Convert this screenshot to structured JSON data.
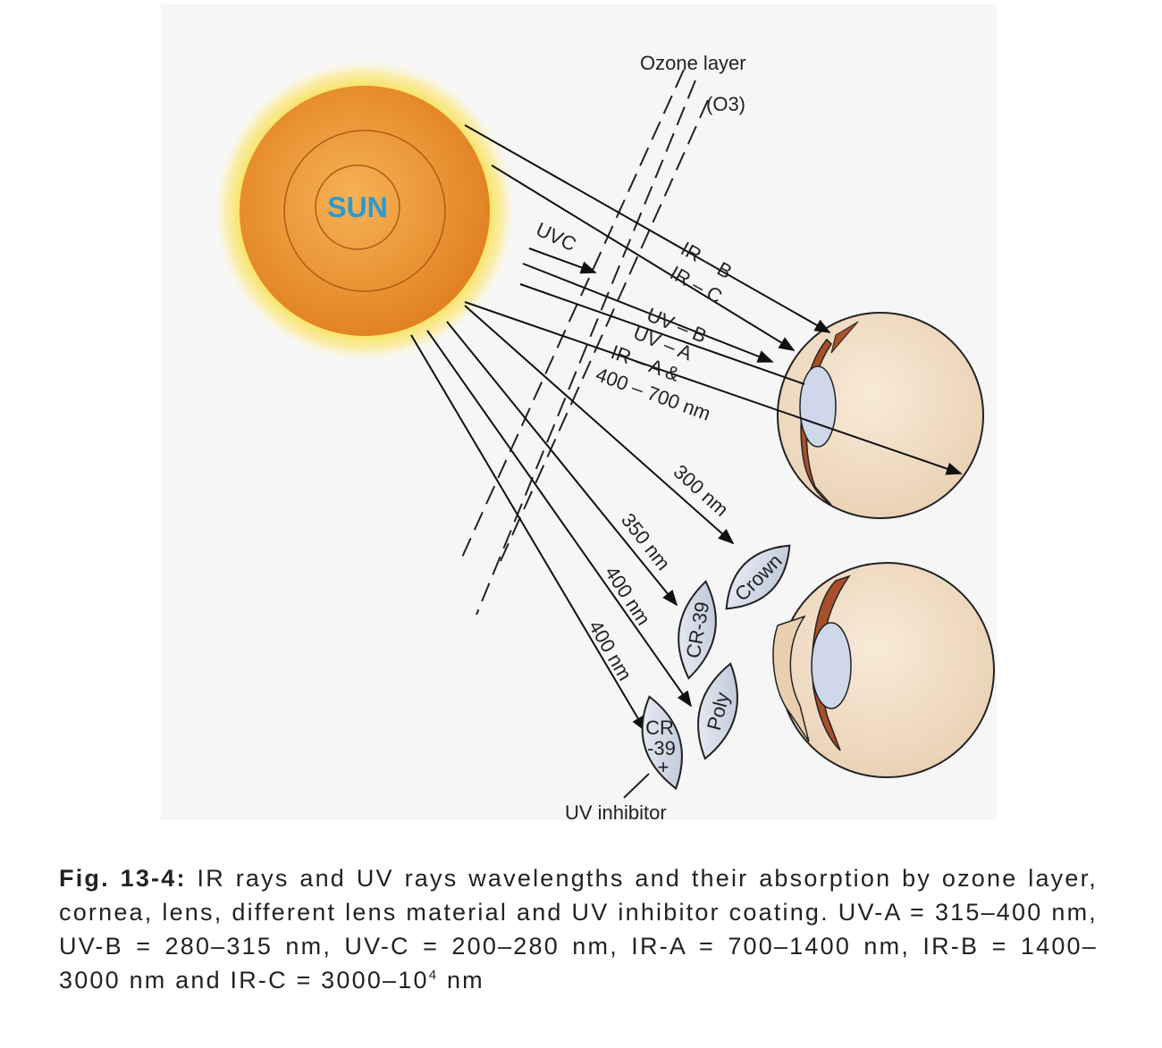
{
  "diagram": {
    "sun_label": "SUN",
    "ozone_label": "Ozone layer",
    "ozone_formula": "(O3)",
    "rays": [
      {
        "label": "IR – B"
      },
      {
        "label": "IR – C"
      },
      {
        "label": "UVC"
      },
      {
        "label": "UV – B"
      },
      {
        "label": "UV – A"
      },
      {
        "label": "IR – A &"
      },
      {
        "label": "400 – 700 nm"
      },
      {
        "label": "300 nm"
      },
      {
        "label": "350 nm"
      },
      {
        "label": "400 nm"
      },
      {
        "label": "400 nm"
      }
    ],
    "lenses": [
      {
        "label": "Crown"
      },
      {
        "label": "CR-39"
      },
      {
        "label": "Poly"
      },
      {
        "label": "CR"
      },
      {
        "label": "-39"
      },
      {
        "label": "+"
      }
    ],
    "uv_inhibitor_label": "UV inhibitor",
    "colors": {
      "sun": "#e8902a",
      "sun_glow": "#f8e04a",
      "sun_text": "#2a9ad0",
      "eye": "#f1dcc4",
      "iris": "#b0552e",
      "lens": "#d3d9e6"
    }
  },
  "caption": {
    "fig_label": "Fig. 13-4:",
    "text_main": "IR rays and UV rays wavelengths and their absorption by ozone layer, cornea, lens, different lens material and UV inhibitor coating. UV-A = 315–400 nm, UV-B = 280–315 nm, UV-C = 200–280 nm,  IR-A = 700–1400 nm, IR-B = 1400–3000 nm and IR-C = 3000–10",
    "exponent": "4",
    "unit": " nm"
  }
}
